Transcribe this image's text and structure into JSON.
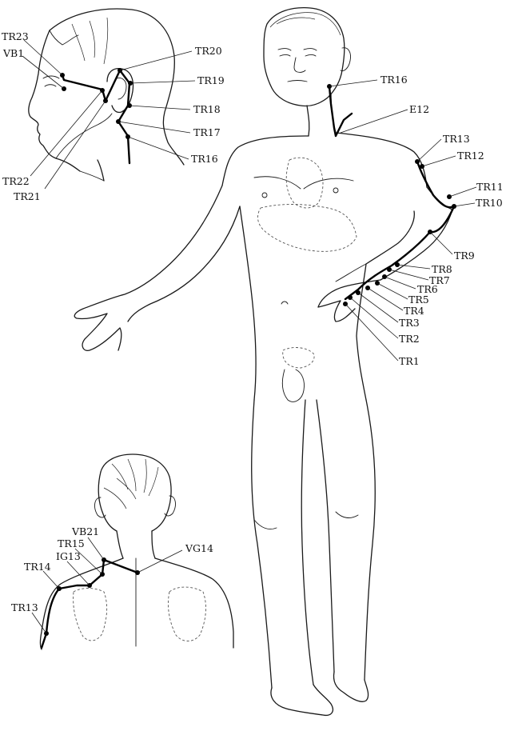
{
  "head_view": {
    "labels": {
      "tr23": "TR23",
      "vb1": "VB1",
      "tr20": "TR20",
      "tr19": "TR19",
      "tr18": "TR18",
      "tr17": "TR17",
      "tr16": "TR16",
      "tr22": "TR22",
      "tr21": "TR21"
    }
  },
  "body_view": {
    "labels": {
      "tr16": "TR16",
      "e12": "E12",
      "tr13": "TR13",
      "tr12": "TR12",
      "tr11": "TR11",
      "tr10": "TR10",
      "tr9": "TR9",
      "tr8": "TR8",
      "tr7": "TR7",
      "tr6": "TR6",
      "tr5": "TR5",
      "tr4": "TR4",
      "tr3": "TR3",
      "tr2": "TR2",
      "tr1": "TR1"
    }
  },
  "back_view": {
    "labels": {
      "vb21": "VB21",
      "tr15": "TR15",
      "ig13": "IG13",
      "tr14": "TR14",
      "vg14": "VG14",
      "tr13": "TR13"
    }
  }
}
